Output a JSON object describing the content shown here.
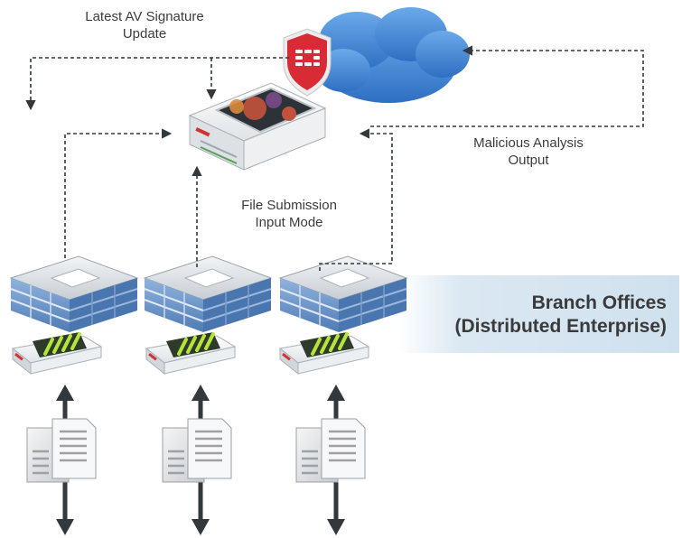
{
  "labels": {
    "av_update": "Latest AV Signature\nUpdate",
    "malicious_output": "Malicious Analysis\nOutput",
    "file_submission": "File Submission\nInput Mode"
  },
  "banner": {
    "title": "Branch Offices",
    "subtitle": "(Distributed Enterprise)"
  },
  "colors": {
    "cloud": "#3f86d6",
    "shield": "#d92b35",
    "arrow": "#33383d",
    "building_glass": "#6d95c7",
    "banner": "#d6e6f1"
  },
  "icons": [
    "cloud-icon",
    "shield-icon",
    "sandbox-appliance-icon",
    "building-icon",
    "firewall-appliance-icon",
    "documents-icon"
  ]
}
